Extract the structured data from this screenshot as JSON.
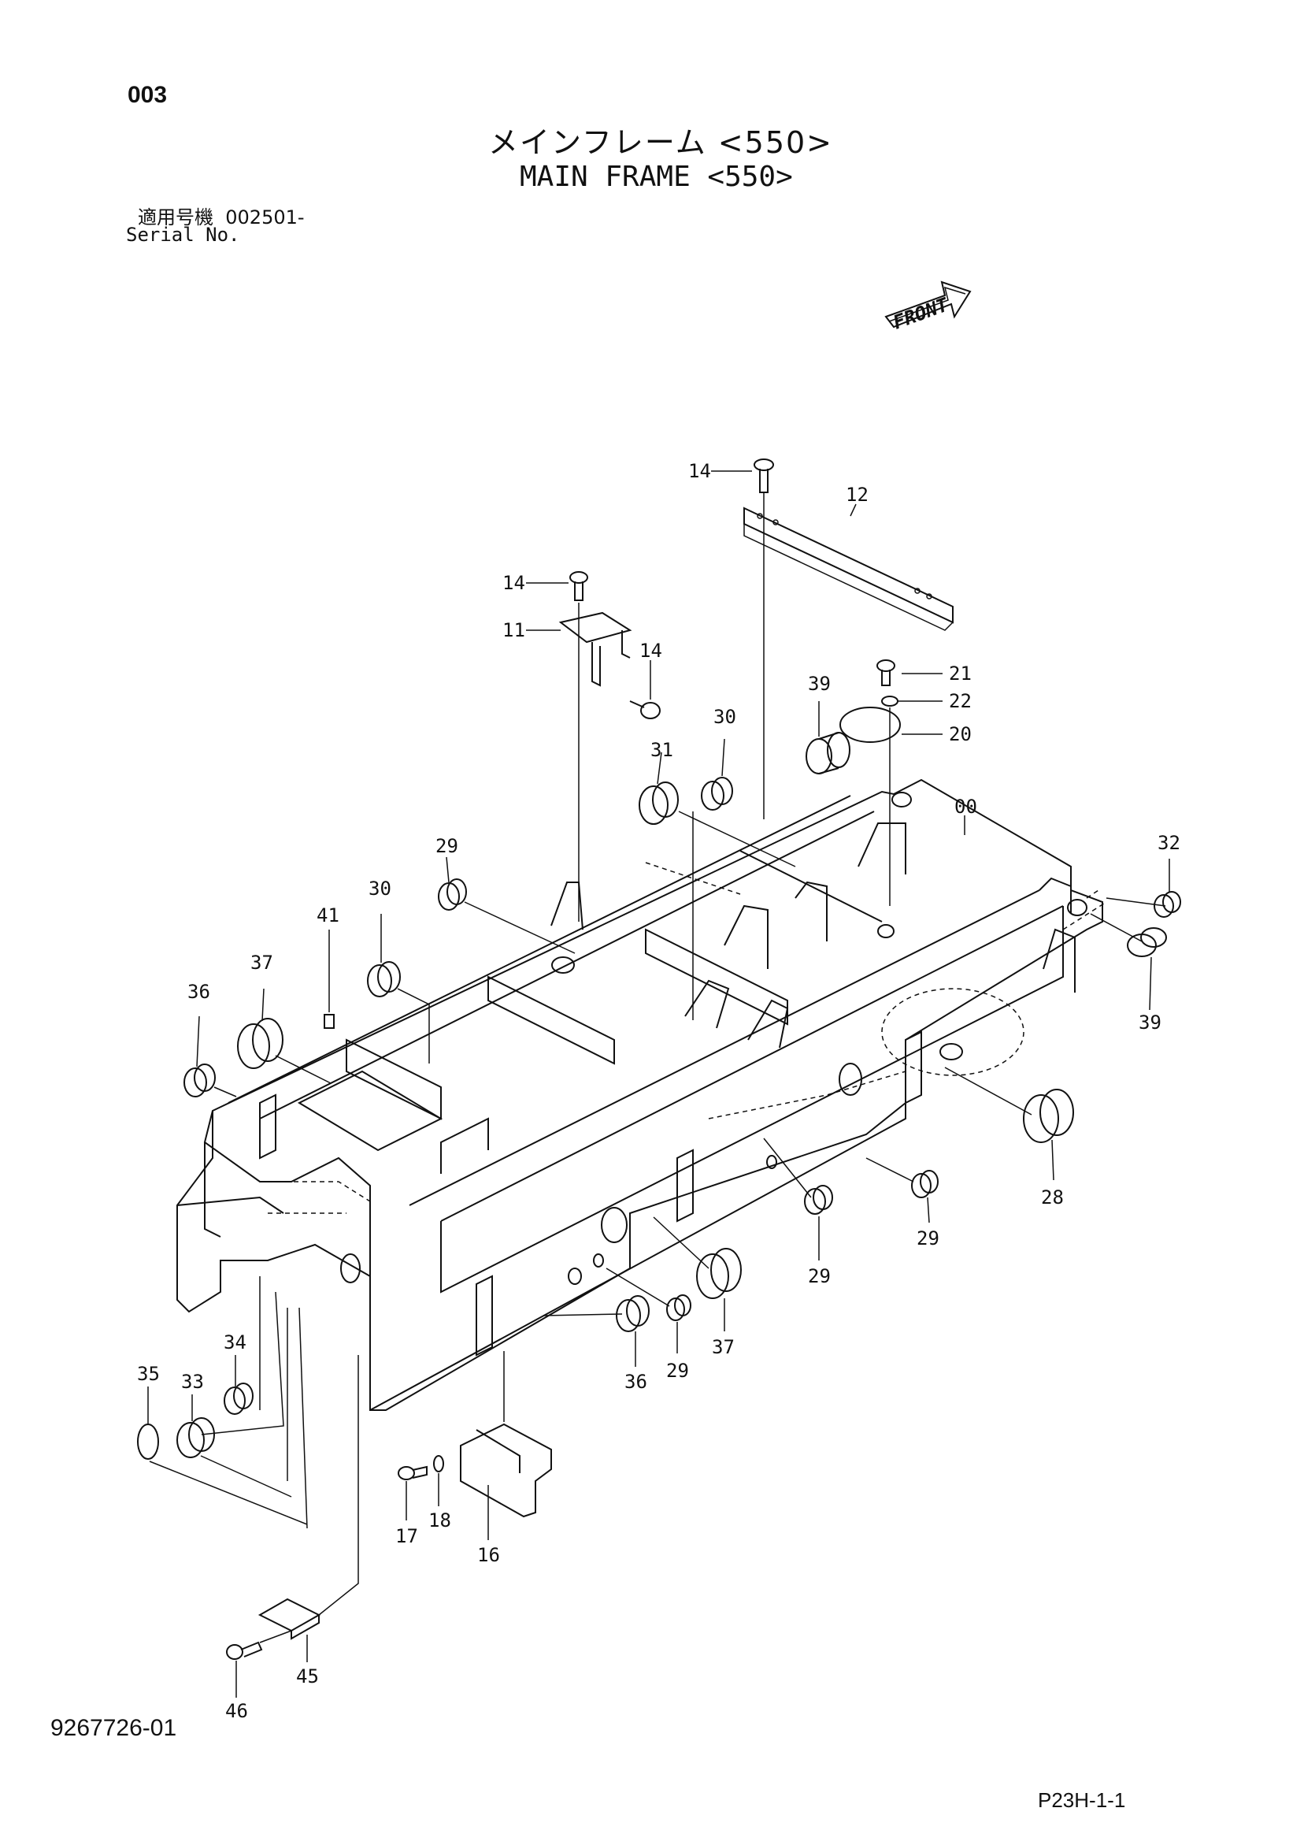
{
  "page_number": "003",
  "title_jp": "メインフレーム <550>",
  "title_en": "MAIN FRAME <550>",
  "serial_label_jp": "適用号機",
  "serial_value": "002501-",
  "serial_label_en": "Serial No.",
  "front_label": "FRONT",
  "drawing_number": "9267726-01",
  "page_ref": "P23H-1-1",
  "part_labels": {
    "p00": "00",
    "p11": "11",
    "p12": "12",
    "p14a": "14",
    "p14b": "14",
    "p14c": "14",
    "p16": "16",
    "p17": "17",
    "p18": "18",
    "p20": "20",
    "p21": "21",
    "p22": "22",
    "p28": "28",
    "p29a": "29",
    "p29b": "29",
    "p29c": "29",
    "p29d": "29",
    "p30a": "30",
    "p30b": "30",
    "p31": "31",
    "p32": "32",
    "p33": "33",
    "p34": "34",
    "p35": "35",
    "p36a": "36",
    "p36b": "36",
    "p37a": "37",
    "p37b": "37",
    "p39a": "39",
    "p39b": "39",
    "p41": "41",
    "p45": "45",
    "p46": "46"
  }
}
